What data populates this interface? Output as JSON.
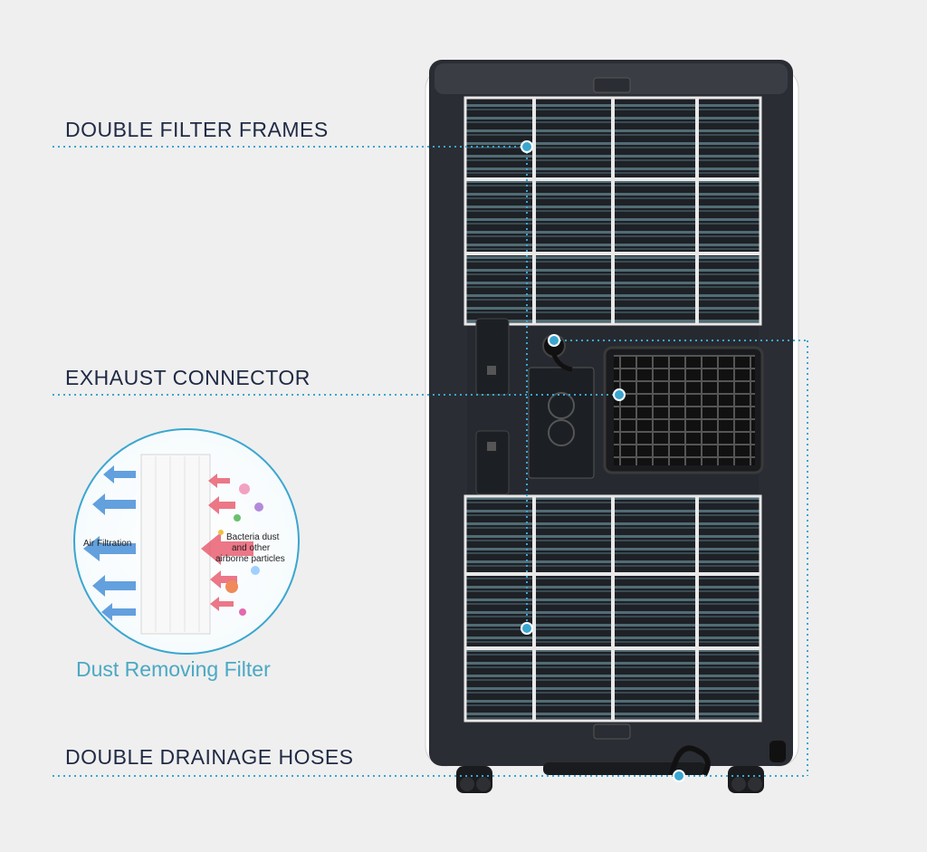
{
  "callouts": {
    "double_filter_frames": "DOUBLE FILTER FRAMES",
    "exhaust_connector": "EXHAUST CONNECTOR",
    "double_drainage_hoses": "DOUBLE DRAINAGE HOSES"
  },
  "filter_inset": {
    "title": "Dust Removing Filter",
    "left_label": "Air Filtration",
    "right_label_line1": "Bacteria dust",
    "right_label_line2": "and other",
    "right_label_line3": "airborne particles"
  },
  "colors": {
    "background": "#efefef",
    "callout_text": "#1f2a44",
    "accent_blue": "#3aa6d0",
    "unit_body": "#2a2d33",
    "unit_side": "#ffffff",
    "inset_title": "#4aa8c4"
  },
  "icons": [
    "portable-ac-unit",
    "filter-inset-circle",
    "airflow-arrow-icon",
    "particle-arrow-icon",
    "callout-dot-icon"
  ]
}
